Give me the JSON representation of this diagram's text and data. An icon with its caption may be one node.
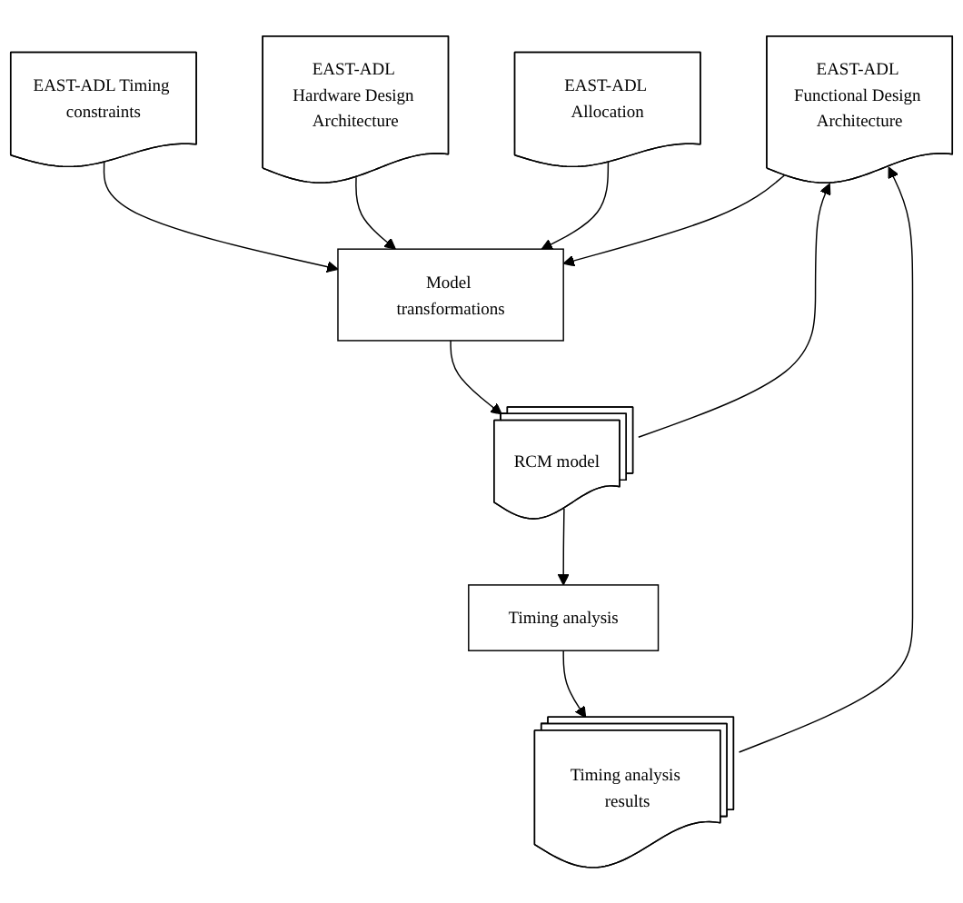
{
  "diagram": {
    "nodes": [
      {
        "text": [
          "EAST-ADL Timing constraints"
        ]
      },
      {
        "text": [
          "EAST-ADL Functional Design Architecture"
        ]
      },
      {
        "text": [
          "EAST-ADL Hardware Design Architecture"
        ]
      },
      {
        "text": [
          "EAST-ADL Allocation"
        ]
      },
      {
        "text": [
          "Model transformations"
        ]
      },
      {
        "text": [
          "RCM model"
        ]
      },
      {
        "text": [
          "Timing analysis"
        ]
      },
      {
        "text": [
          "Timing analysis results"
        ]
      }
    ],
    "edges": [
      {
        "from": 0,
        "to": 4,
        "arrow": "to"
      },
      {
        "from": 1,
        "to": 4,
        "arrow": "to"
      },
      {
        "from": 2,
        "to": 4,
        "arrow": "to"
      },
      {
        "from": 3,
        "to": 4,
        "arrow": "to"
      },
      {
        "from": 4,
        "to": 5,
        "arrow": "to"
      },
      {
        "from": 5,
        "to": 6,
        "arrow": "to"
      },
      {
        "from": 6,
        "to": 7,
        "arrow": "to"
      },
      {
        "from": 5,
        "to": 1,
        "arrow": "to"
      },
      {
        "from": 7,
        "to": 1,
        "arrow": "to"
      }
    ]
  }
}
